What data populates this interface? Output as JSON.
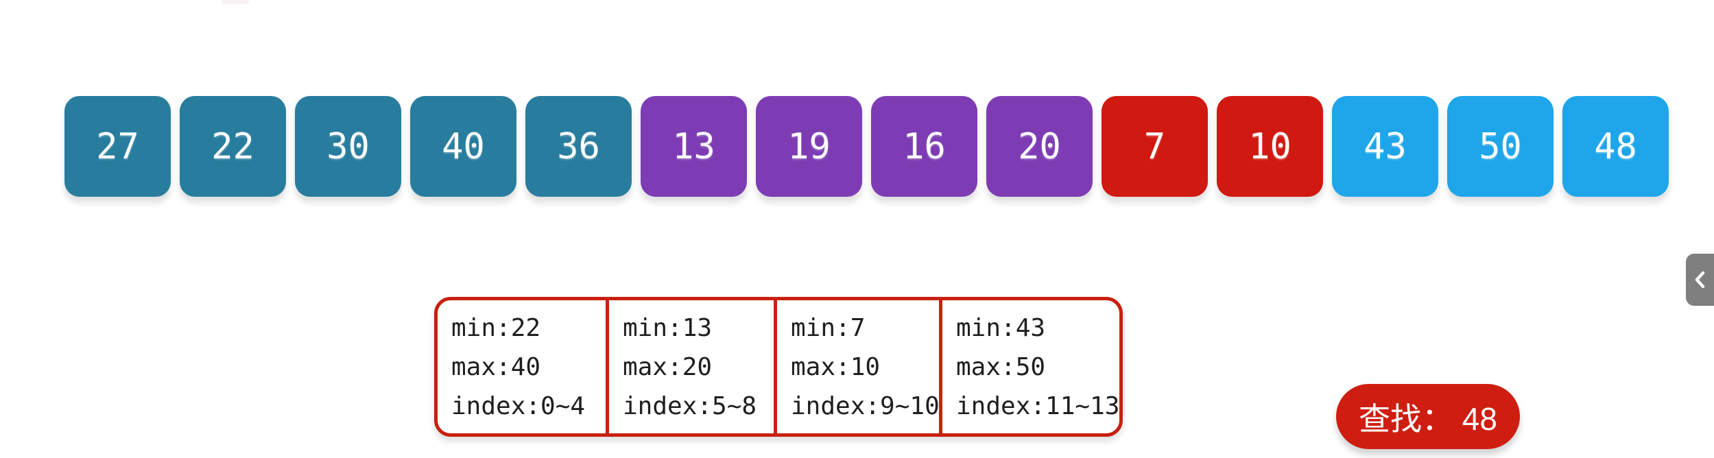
{
  "scene": {
    "background": "#ffffff",
    "top_remnant_color": "#f8f2f2"
  },
  "array_blocks": {
    "items": [
      {
        "value": "27",
        "color": "#287d9e"
      },
      {
        "value": "22",
        "color": "#287d9e"
      },
      {
        "value": "30",
        "color": "#287d9e"
      },
      {
        "value": "40",
        "color": "#287d9e"
      },
      {
        "value": "36",
        "color": "#287d9e"
      },
      {
        "value": "13",
        "color": "#7d3cb3"
      },
      {
        "value": "19",
        "color": "#7d3cb3"
      },
      {
        "value": "16",
        "color": "#7d3cb3"
      },
      {
        "value": "20",
        "color": "#7d3cb3"
      },
      {
        "value": "7",
        "color": "#d01910"
      },
      {
        "value": "10",
        "color": "#d01910"
      },
      {
        "value": "43",
        "color": "#1ea5ea"
      },
      {
        "value": "50",
        "color": "#1ea5ea"
      },
      {
        "value": "48",
        "color": "#1ea5ea"
      }
    ],
    "group_colors": {
      "group1_teal": "#287d9e",
      "group2_purple": "#7d3cb3",
      "group3_red": "#d01910",
      "group4_blue": "#1ea5ea"
    }
  },
  "index_table": {
    "border_color": "#c8200f",
    "cells": [
      {
        "min": "min:22",
        "max": "max:40",
        "index": "index:0~4"
      },
      {
        "min": "min:13",
        "max": "max:20",
        "index": "index:5~8"
      },
      {
        "min": "min:7",
        "max": "max:10",
        "index": "index:9~10"
      },
      {
        "min": "min:43",
        "max": "max:50",
        "index": "index:11~13"
      }
    ]
  },
  "search_button": {
    "label": "查找： 48",
    "background": "#cf1e11"
  },
  "panel_toggle": {
    "background": "#7f7f7f"
  }
}
